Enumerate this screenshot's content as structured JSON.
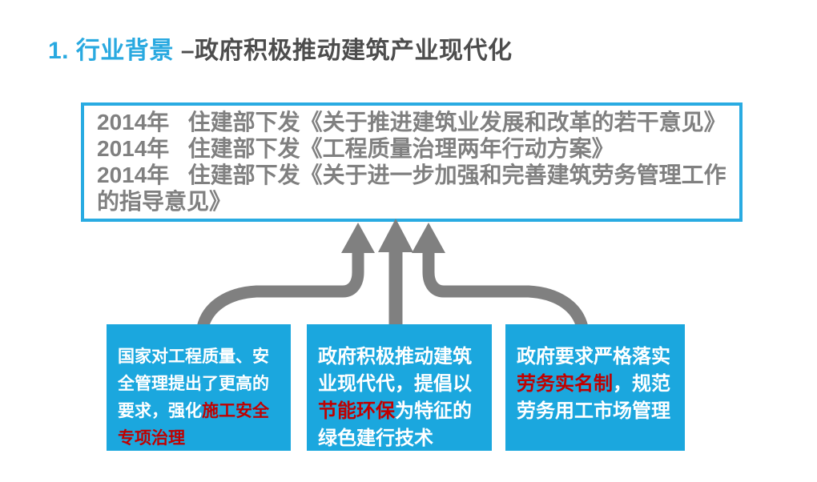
{
  "slide": {
    "title": {
      "section": "1. 行业背景",
      "subtitle": "–政府积极推动建筑产业现代化"
    },
    "policy_box": {
      "lines": [
        "2014年   住建部下发《关于推进建筑业发展和改革的若干意见》",
        "2014年   住建部下发《工程质量治理两年行动方案》",
        "2014年   住建部下发《关于进一步加强和完善建筑劳务管理工作的指导意见》"
      ]
    },
    "factor_boxes": [
      {
        "segments": [
          {
            "text": "国家对工程质量、安全管理提出了更高的要求，强化",
            "highlight": false
          },
          {
            "text": "施工安全专项治理",
            "highlight": true
          }
        ]
      },
      {
        "segments": [
          {
            "text": "政府积极推动建筑业现代代，提倡以",
            "highlight": false
          },
          {
            "text": "节能环保",
            "highlight": true
          },
          {
            "text": "为特征的绿色建行技术",
            "highlight": false
          }
        ]
      },
      {
        "segments": [
          {
            "text": "政府要求严格落实",
            "highlight": false
          },
          {
            "text": "劳务实名制",
            "highlight": true
          },
          {
            "text": "，规范劳务用工市场管理",
            "highlight": false
          }
        ]
      }
    ],
    "icons": {
      "left_arrow": "curved-up-arrow",
      "middle_arrow": "straight-up-arrow",
      "right_arrow": "curved-up-arrow"
    },
    "colors": {
      "title_accent": "#29A9E0",
      "title_text": "#4D4D4D",
      "box_border": "#29ABE2",
      "box_fill": "#1BA7DE",
      "policy_text": "#808080",
      "arrow": "#808080",
      "highlight_red": "#C00000"
    }
  }
}
